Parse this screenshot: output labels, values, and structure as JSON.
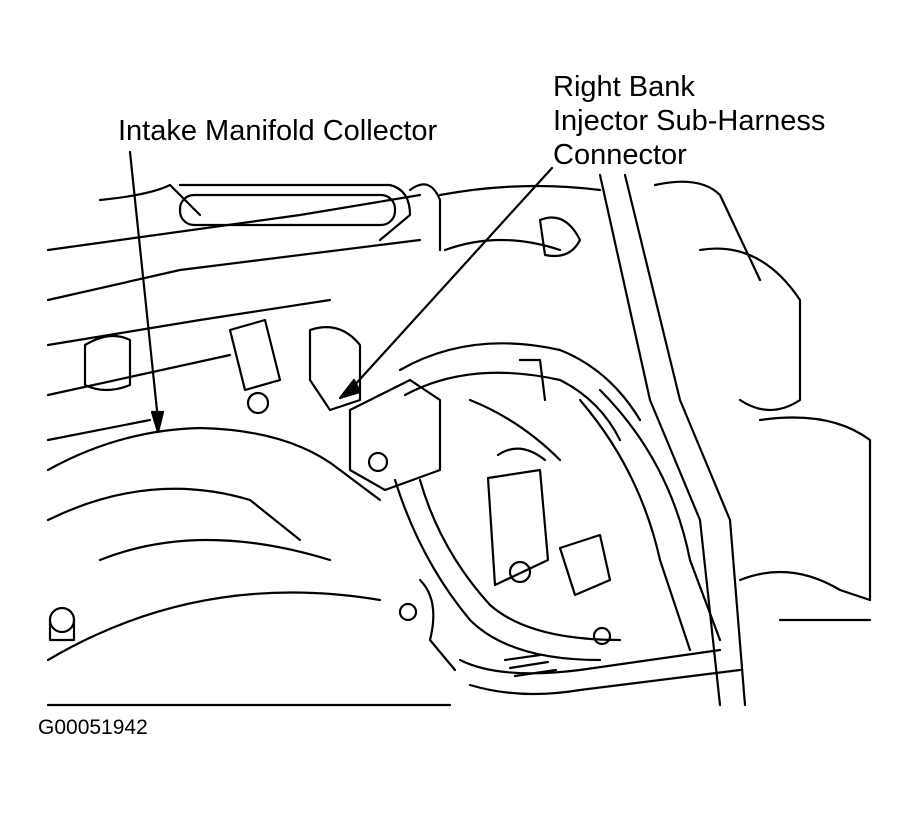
{
  "labels": {
    "intake": "Intake Manifold Collector",
    "right_bank": [
      "Right Bank",
      "Injector Sub-Harness",
      "Connector"
    ]
  },
  "figure_id": "G00051942"
}
